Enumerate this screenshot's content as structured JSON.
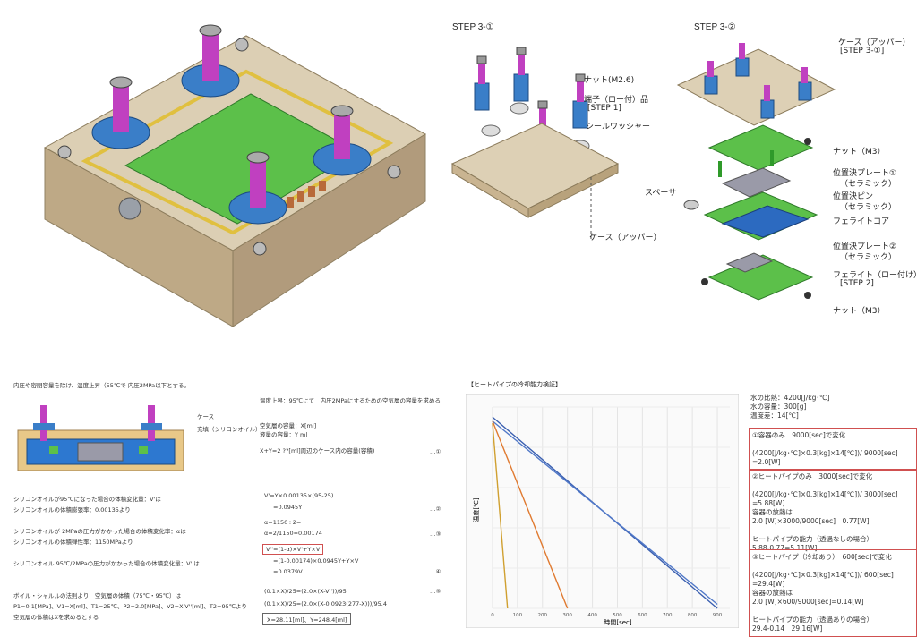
{
  "assembly": {
    "step3_1": "STEP 3-①",
    "step3_2": "STEP 3-②",
    "labels": {
      "nut_m26": "ナット(M2.6)",
      "terminal_1": "端子（ロー付）品",
      "terminal_2": "[STEP 1]",
      "seal_washer": "シールワッシャー",
      "case_upper_1": "ケース（アッパー）",
      "case_upper_2": "ケース（アッパー）",
      "case_upper_step": "[STEP 3-①]",
      "nut_m3_a": "ナット（M3）",
      "pos_plate1_a": "位置決プレート①",
      "pos_plate1_b": "（セラミック）",
      "pos_pin_a": "位置決ピン",
      "pos_pin_b": "（セラミック）",
      "spacer": "スペーサ",
      "ferrite_core": "フェライトコア",
      "pos_plate2_a": "位置決プレート②",
      "pos_plate2_b": "（セラミック）",
      "ferrite_brazed_a": "フェライト（ロー付け）",
      "ferrite_brazed_b": "[STEP 2]",
      "nut_m3_b": "ナット（M3）"
    }
  },
  "doc": {
    "header": "内圧や密閉容量を除け、温度上昇（55℃で 内圧2MPa以下とする。",
    "case_label": "ケース",
    "sealant_label": "充填（シリコンオイル）",
    "left_lines": [
      "シリコンオイルが95℃になった場合の体積変化量：V'は",
      "シリコンオイルの体積膨張率：0.00135より",
      "",
      "シリコンオイルが 2MPaの圧力がかかった場合の体積変化率：αは",
      "シリコンオイルの体積弾性率：1150MPaより",
      "",
      "シリコンオイル 95℃/2MPaの圧力がかかった場合の体積変化量：V''は",
      "",
      "",
      "ボイル・シャルルの法則より　空気層の体積（75℃・95℃）は",
      "P1=0.1[MPa]、V1=X[ml]、T1=25℃、P2=2.0[MPa]、V2=X-V''[ml]、T2=95℃より",
      "空気層の体積はXを求めるとする"
    ],
    "right_header_1": "温度上昇：95℃にて　内圧2MPaにするための空気層の容量を求める",
    "right_header_2": "空気層の容量：X[ml]",
    "right_header_3": "液量の容量：Y ml",
    "right_header_4": "X+Y=2 ??[ml]周辺のケース内の容量(容積)",
    "eq1": "V'=Y×0.00135×(95-25)",
    "eq1b": "=0.0945Y",
    "eq2": "α=1150÷2=",
    "eq2b": "α=2/1150=0.00174",
    "eq3": "V''=(1-α)×V'+Y×V",
    "eq3b": "=(1-0.00174)×0.0945Y+Y×V",
    "eq3c": "=0.0379V",
    "eq4": "(0.1×X)/25=(2.0×(X-V''))/95",
    "eq4b": "(0.1×X)/25=(2.0×(X-0.0923(277-X)))/95.4",
    "result": "X=28.11[ml]、Y=248.4[ml]",
    "nums": [
      "…①",
      "…②",
      "…③",
      "…④",
      "…⑤"
    ]
  },
  "chart_section": {
    "title": "【ヒートパイプの冷却能力検証】",
    "chart_data": {
      "type": "line",
      "title": "",
      "xlabel": "時間[sec]",
      "ylabel": "温度[℃]",
      "x_ticks": [
        "0",
        "100",
        "200",
        "300",
        "400",
        "500",
        "600",
        "700",
        "800",
        "900"
      ],
      "xlim": [
        0,
        950
      ],
      "ylim": [
        0,
        100
      ],
      "series": [
        {
          "name": "",
          "color": "#3a5fb0",
          "x": [
            0,
            900
          ],
          "y": [
            95,
            0
          ]
        },
        {
          "name": "",
          "color": "#5078c8",
          "x": [
            0,
            900
          ],
          "y": [
            93,
            2
          ]
        },
        {
          "name": "",
          "color": "#e07a30",
          "x": [
            0,
            300
          ],
          "y": [
            93,
            0
          ]
        },
        {
          "name": "",
          "color": "#d0a030",
          "x": [
            0,
            60
          ],
          "y": [
            92,
            0
          ]
        }
      ]
    }
  },
  "notes": {
    "spec": "水の比熱：4200[J/kg･℃]\n水の容量：300[g]\n温度差：14[℃]",
    "box1": "①容器のみ　9000[sec]で変化\n\n(4200[J/kg･℃]×0.3[kg]×14[℃])/ 9000[sec]\n=2.0[W]",
    "box2": "②ヒートパイプのみ　3000[sec]で変化\n\n(4200[J/kg･℃]×0.3[kg]×14[℃])/ 3000[sec]\n=5.88[W]\n容器の放熱は\n2.0 [W]×3000/9000[sec]　0.77[W]\n\nヒートパイプの能力（透過なしの場合）\n5.88-0.77=5.11[W]",
    "box3": "③ヒートパイプ（冷却あり）　600[sec]で変化\n\n(4200[J/kg･℃]×0.3[kg]×14[℃])/ 600[sec]\n=29.4[W]\n容器の放熱は\n2.0 [W]×600/9000[sec]=0.14[W]\n\nヒートパイプの能力（透過ありの場合）\n29.4-0.14　29.16[W]"
  }
}
